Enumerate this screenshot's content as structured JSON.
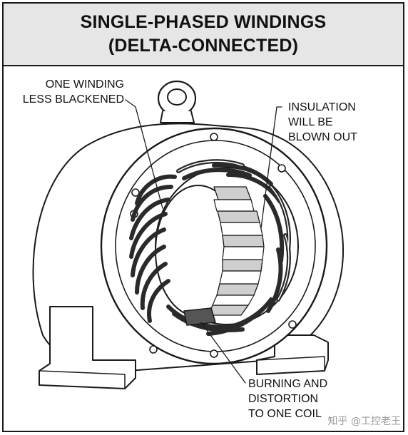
{
  "title": {
    "line1": "SINGLE-PHASED WINDINGS",
    "line2": "(DELTA-CONNECTED)"
  },
  "callouts": {
    "winding": {
      "line1": "ONE WINDING",
      "line2": "LESS BLACKENED"
    },
    "insulation": {
      "line1": "INSULATION",
      "line2": "WILL BE",
      "line3": "BLOWN OUT"
    },
    "burning": {
      "line1": "BURNING AND",
      "line2": "DISTORTION",
      "line3": "TO ONE COIL"
    }
  },
  "watermark": "知乎 @工控老王",
  "colors": {
    "title_band": "#e6e6e6",
    "line": "#1a1a1a",
    "slot_gray": "#cfcfcf",
    "coil_dark": "#2a2a2a"
  }
}
